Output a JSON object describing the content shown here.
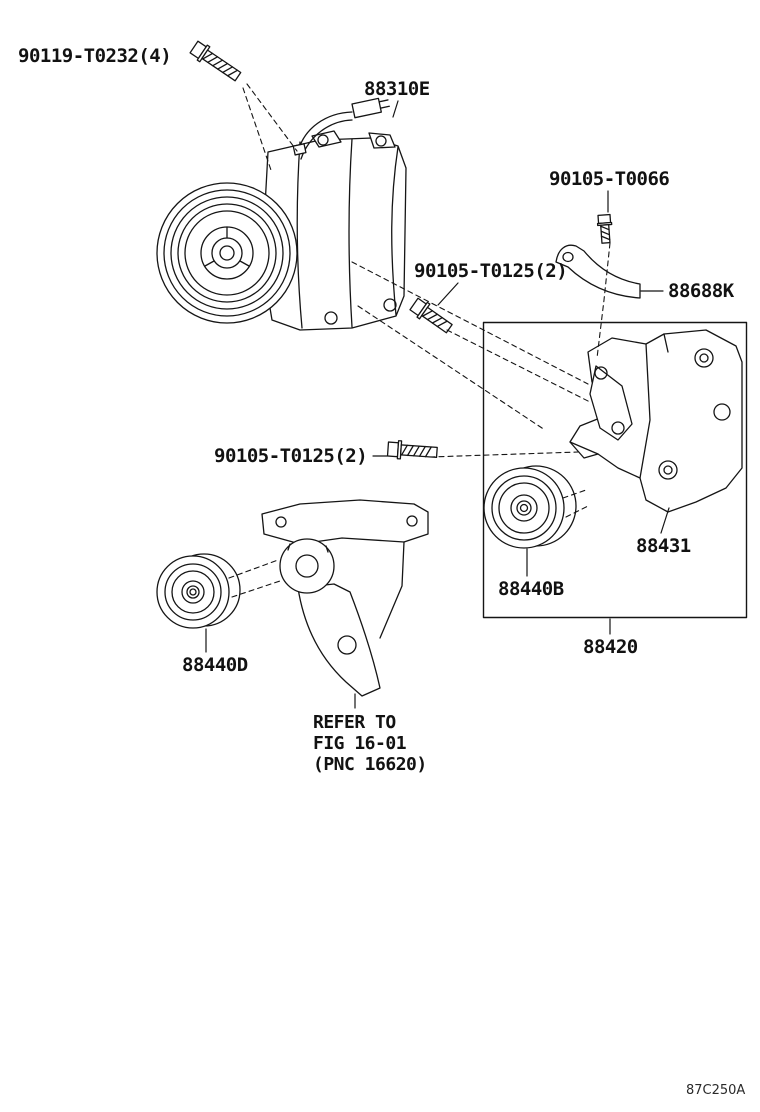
{
  "page": {
    "background": "#ffffff",
    "line_color": "#151515"
  },
  "labels": {
    "bolt_90119_t0232": "90119-T0232(4)",
    "compressor_88310e": "88310E",
    "bolt_90105_t0066": "90105-T0066",
    "bracket_88688k": "88688K",
    "bolt_90105_t0125_a": "90105-T0125(2)",
    "bolt_90105_t0125_b": "90105-T0125(2)",
    "bracket_88431": "88431",
    "idler_pulley_88440b": "88440B",
    "bracket_assy_88420": "88420",
    "idler_pulley_88440d": "88440D"
  },
  "note": {
    "line1": "REFER TO",
    "line2": "FIG 16-01",
    "line3": "(PNC 16620)"
  },
  "footer": {
    "drawing_code": "87C250A"
  }
}
